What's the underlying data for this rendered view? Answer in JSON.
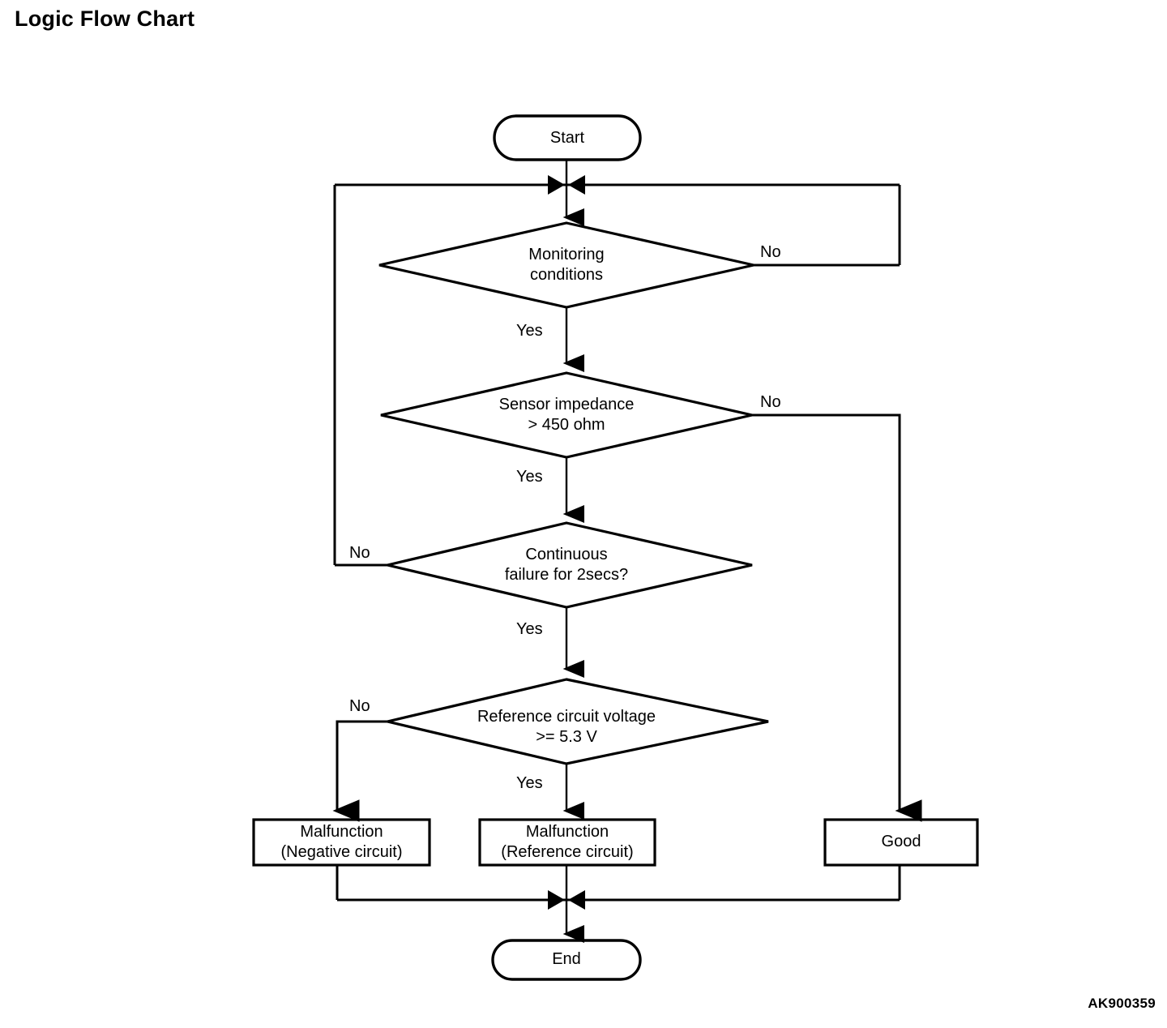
{
  "page": {
    "title": "Logic Flow Chart",
    "reference_code": "AK900359",
    "background_color": "#ffffff",
    "line_color": "#000000",
    "text_color": "#000000"
  },
  "chart_data": {
    "type": "diagram",
    "diagram_kind": "flowchart",
    "title": "Logic Flow Chart",
    "orientation": "top-to-bottom",
    "nodes": [
      {
        "id": "start",
        "shape": "stadium",
        "text": "Start"
      },
      {
        "id": "monitoring",
        "shape": "diamond",
        "text": "Monitoring\nconditions",
        "line1": "Monitoring",
        "line2": "conditions"
      },
      {
        "id": "impedance",
        "shape": "diamond",
        "text": "Sensor impedance\n> 450 ohm",
        "line1": "Sensor impedance",
        "line2": "> 450 ohm"
      },
      {
        "id": "continuous",
        "shape": "diamond",
        "text": "Continuous\nfailure for 2secs?",
        "line1": "Continuous",
        "line2": "failure for 2secs?"
      },
      {
        "id": "refvoltage",
        "shape": "diamond",
        "text": "Reference circuit voltage\n>= 5.3 V",
        "line1": "Reference circuit voltage",
        "line2": ">= 5.3 V"
      },
      {
        "id": "malf_neg",
        "shape": "rectangle",
        "text": "Malfunction\n(Negative circuit)",
        "line1": "Malfunction",
        "line2": "(Negative circuit)"
      },
      {
        "id": "malf_ref",
        "shape": "rectangle",
        "text": "Malfunction\n(Reference circuit)",
        "line1": "Malfunction",
        "line2": "(Reference circuit)"
      },
      {
        "id": "good",
        "shape": "rectangle",
        "text": "Good"
      },
      {
        "id": "end",
        "shape": "stadium",
        "text": "End"
      }
    ],
    "edges": [
      {
        "from": "start",
        "to": "monitoring",
        "label": ""
      },
      {
        "from": "monitoring",
        "to": "monitoring",
        "label": "No",
        "label_side": "right",
        "route": "loop-back-to-top"
      },
      {
        "from": "monitoring",
        "to": "impedance",
        "label": "Yes",
        "label_side": "left"
      },
      {
        "from": "impedance",
        "to": "good",
        "label": "No",
        "label_side": "right"
      },
      {
        "from": "impedance",
        "to": "continuous",
        "label": "Yes",
        "label_side": "left"
      },
      {
        "from": "continuous",
        "to": "monitoring",
        "label": "No",
        "label_side": "left",
        "route": "loop-back-to-top"
      },
      {
        "from": "continuous",
        "to": "refvoltage",
        "label": "Yes",
        "label_side": "left"
      },
      {
        "from": "refvoltage",
        "to": "malf_neg",
        "label": "No",
        "label_side": "left"
      },
      {
        "from": "refvoltage",
        "to": "malf_ref",
        "label": "Yes",
        "label_side": "left"
      },
      {
        "from": "malf_neg",
        "to": "end",
        "label": ""
      },
      {
        "from": "malf_ref",
        "to": "end",
        "label": ""
      },
      {
        "from": "good",
        "to": "end",
        "label": ""
      }
    ],
    "edge_labels": {
      "monitoring_no": "No",
      "monitoring_yes": "Yes",
      "impedance_no": "No",
      "impedance_yes": "Yes",
      "continuous_no": "No",
      "continuous_yes": "Yes",
      "refvoltage_no": "No",
      "refvoltage_yes": "Yes"
    }
  }
}
